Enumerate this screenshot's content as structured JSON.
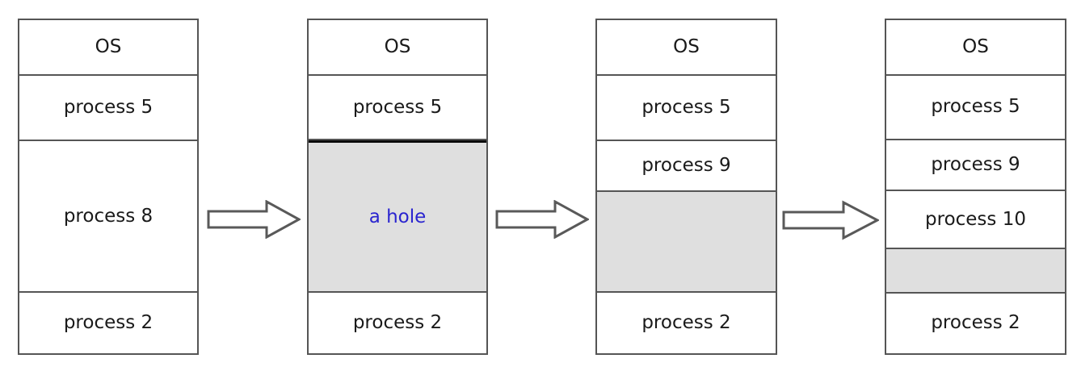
{
  "diagram": {
    "title": "memory allocation with a hole",
    "colors": {
      "hole_fill": "#dfdfdf",
      "hole_text": "#2a24cf",
      "border": "#555555",
      "thick_border": "#0a0a0a",
      "background": "#ffffff",
      "text": "#1a1a1a"
    },
    "columns": [
      {
        "name": "state-1",
        "rows": [
          {
            "label": "OS",
            "kind": "os",
            "flex": 69
          },
          {
            "label": "process 5",
            "kind": "process",
            "flex": 81
          },
          {
            "label": "process 8",
            "kind": "process",
            "flex": 190
          },
          {
            "label": "process 2",
            "kind": "process",
            "flex": 77
          }
        ]
      },
      {
        "name": "state-2",
        "rows": [
          {
            "label": "OS",
            "kind": "os",
            "flex": 69
          },
          {
            "label": "process 5",
            "kind": "process",
            "flex": 81
          },
          {
            "label": "a hole",
            "kind": "hole",
            "flex": 190
          },
          {
            "label": "process 2",
            "kind": "process",
            "flex": 77
          }
        ]
      },
      {
        "name": "state-3",
        "rows": [
          {
            "label": "OS",
            "kind": "os",
            "flex": 69
          },
          {
            "label": "process 5",
            "kind": "process",
            "flex": 81
          },
          {
            "label": "process 9",
            "kind": "process",
            "flex": 63
          },
          {
            "label": "",
            "kind": "hole",
            "flex": 127
          },
          {
            "label": "process 2",
            "kind": "process",
            "flex": 77
          }
        ]
      },
      {
        "name": "state-4",
        "rows": [
          {
            "label": "OS",
            "kind": "os",
            "flex": 69
          },
          {
            "label": "process 5",
            "kind": "process",
            "flex": 81
          },
          {
            "label": "process 9",
            "kind": "process",
            "flex": 63
          },
          {
            "label": "process 10",
            "kind": "process",
            "flex": 73
          },
          {
            "label": "",
            "kind": "hole",
            "flex": 54
          },
          {
            "label": "process 2",
            "kind": "process",
            "flex": 77
          }
        ]
      }
    ],
    "arrows": [
      {
        "name": "arrow-1",
        "direction": "right"
      },
      {
        "name": "arrow-2",
        "direction": "right"
      },
      {
        "name": "arrow-3",
        "direction": "right"
      }
    ]
  }
}
